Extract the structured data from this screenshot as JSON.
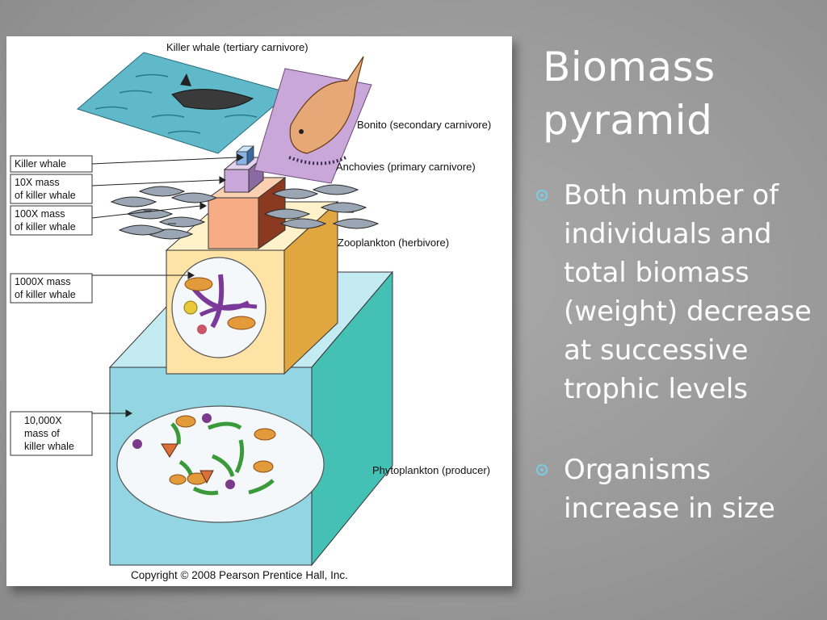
{
  "slide": {
    "title": "Biomass pyramid",
    "bullets": [
      "Both number of individuals and total biomass (weight) decrease at successive trophic levels",
      "Organisms increase in size"
    ]
  },
  "figure": {
    "level_labels": {
      "killer_whale": "Killer whale (tertiary carnivore)",
      "bonito": "Bonito (secondary carnivore)",
      "anchovies": "Anchovies (primary carnivore)",
      "zooplankton": "Zooplankton (herbivore)",
      "phytoplankton": "Phytoplankton (producer)"
    },
    "mass_boxes": {
      "killer_whale": [
        "Killer whale"
      ],
      "mass_10x": [
        "10X mass",
        "of killer whale"
      ],
      "mass_100x": [
        "100X mass",
        "of killer whale"
      ],
      "mass_1000x": [
        "1000X mass",
        "of killer whale"
      ],
      "mass_10000x": [
        "10,000X",
        "mass of",
        "killer whale"
      ]
    },
    "copyright": "Copyright © 2008 Pearson Prentice Hall, Inc."
  },
  "colors": {
    "background": "#9a9a9a",
    "phytoplankton_cube": "#a8dde9",
    "zooplankton_cube": "#fde4a8",
    "anchovy_cube": "#f9b98d",
    "bonito_cube": "#c9a7d9",
    "water": "#5fb9c9",
    "bullet_accent": "#7dcbe3"
  }
}
